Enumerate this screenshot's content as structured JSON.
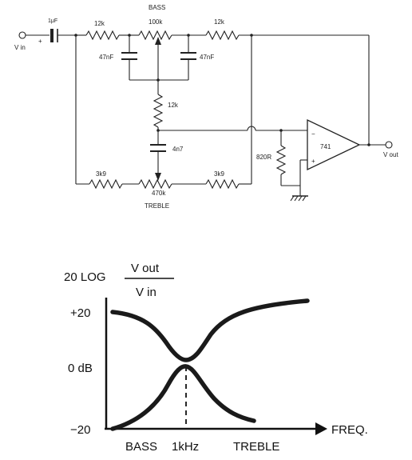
{
  "schematic": {
    "input_cap": "1μF",
    "r_bass_left": "12k",
    "pot_bass_value": "100k",
    "pot_bass_name": "BASS",
    "r_bass_right": "12k",
    "c_bass_left": "47nF",
    "c_bass_right": "47nF",
    "r_mid": "12k",
    "c_treble": "4n7",
    "r_treble_left": "3k9",
    "pot_treble_value": "470k",
    "pot_treble_name": "TREBLE",
    "r_treble_right": "3k9",
    "r_bias": "820R",
    "opamp": "741",
    "vin": "V in",
    "vout": "V out",
    "minus": "−",
    "plus": "+",
    "input_plus": "+"
  },
  "graph": {
    "ylabel_prefix": "20 LOG",
    "ylabel_num": "V out",
    "ylabel_den": "V in",
    "tick_plus20": "+20",
    "tick_0": "0 dB",
    "tick_minus20": "−20",
    "x_bass": "BASS",
    "x_mid": "1kHz",
    "x_treble": "TREBLE",
    "x_axis": "FREQ."
  }
}
